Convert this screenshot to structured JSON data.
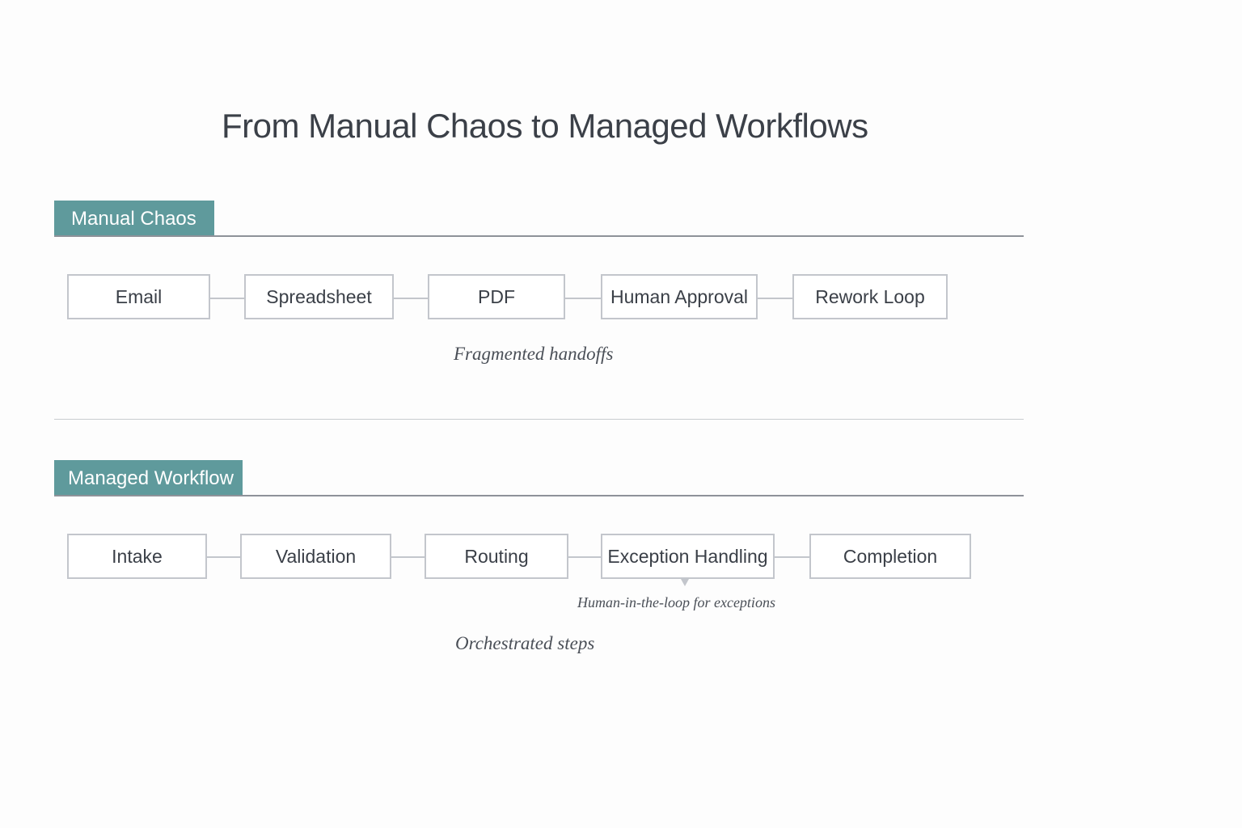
{
  "title": "From Manual Chaos to Managed Workflows",
  "manual": {
    "label": "Manual Chaos",
    "steps": [
      "Email",
      "Spreadsheet",
      "PDF",
      "Human Approval",
      "Rework Loop"
    ],
    "caption": "Fragmented handoffs"
  },
  "managed": {
    "label": "Managed Workflow",
    "steps": [
      "Intake",
      "Validation",
      "Routing",
      "Exception Handling",
      "Completion"
    ],
    "exception_note": "Human-in-the-loop for exceptions",
    "caption": "Orchestrated steps"
  },
  "colors": {
    "accent": "#5f9a9c",
    "box_border": "#c3c6cc",
    "text": "#3a3f47"
  }
}
